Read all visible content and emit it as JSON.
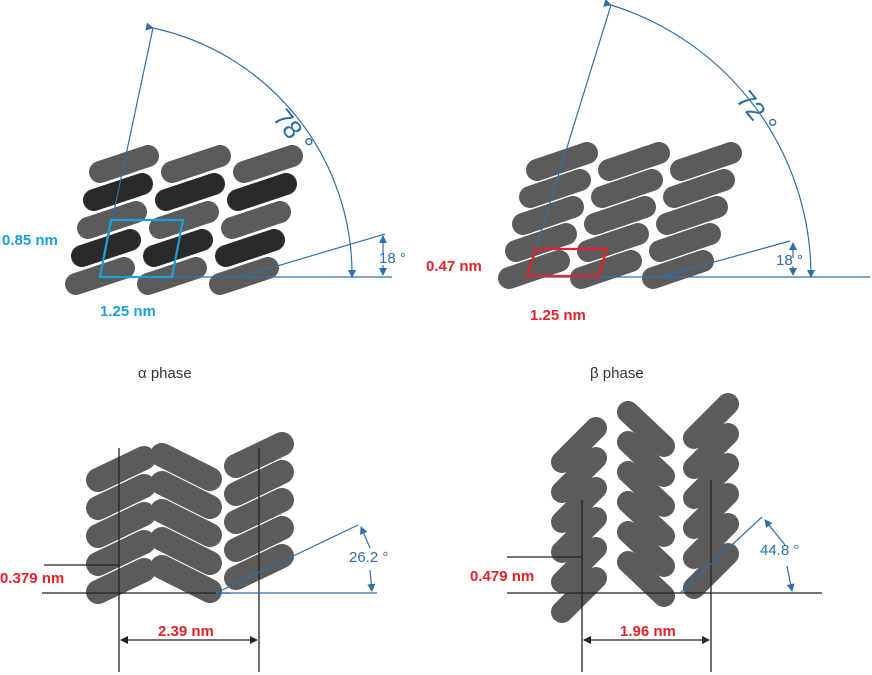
{
  "colors": {
    "molecule_light": "#5b5b5b",
    "molecule_dark": "#2a2a2a",
    "cyan": "#1a9fd9",
    "red": "#e3222a",
    "blue": "#2f6fa8"
  },
  "top_left": {
    "cell_height": "0.85 nm",
    "cell_width": "1.25 nm",
    "tilt_angle": "78 °",
    "small_angle": "18 °",
    "phase_label": "α phase"
  },
  "top_right": {
    "cell_height": "0.47 nm",
    "cell_width": "1.25 nm",
    "tilt_angle": "72 °",
    "small_angle": "18 °",
    "phase_label": "β phase"
  },
  "bottom_left": {
    "spacing": "0.379 nm",
    "width": "2.39 nm",
    "angle": "26.2 °"
  },
  "bottom_right": {
    "spacing": "0.479 nm",
    "width": "1.96 nm",
    "angle": "44.8 °"
  }
}
